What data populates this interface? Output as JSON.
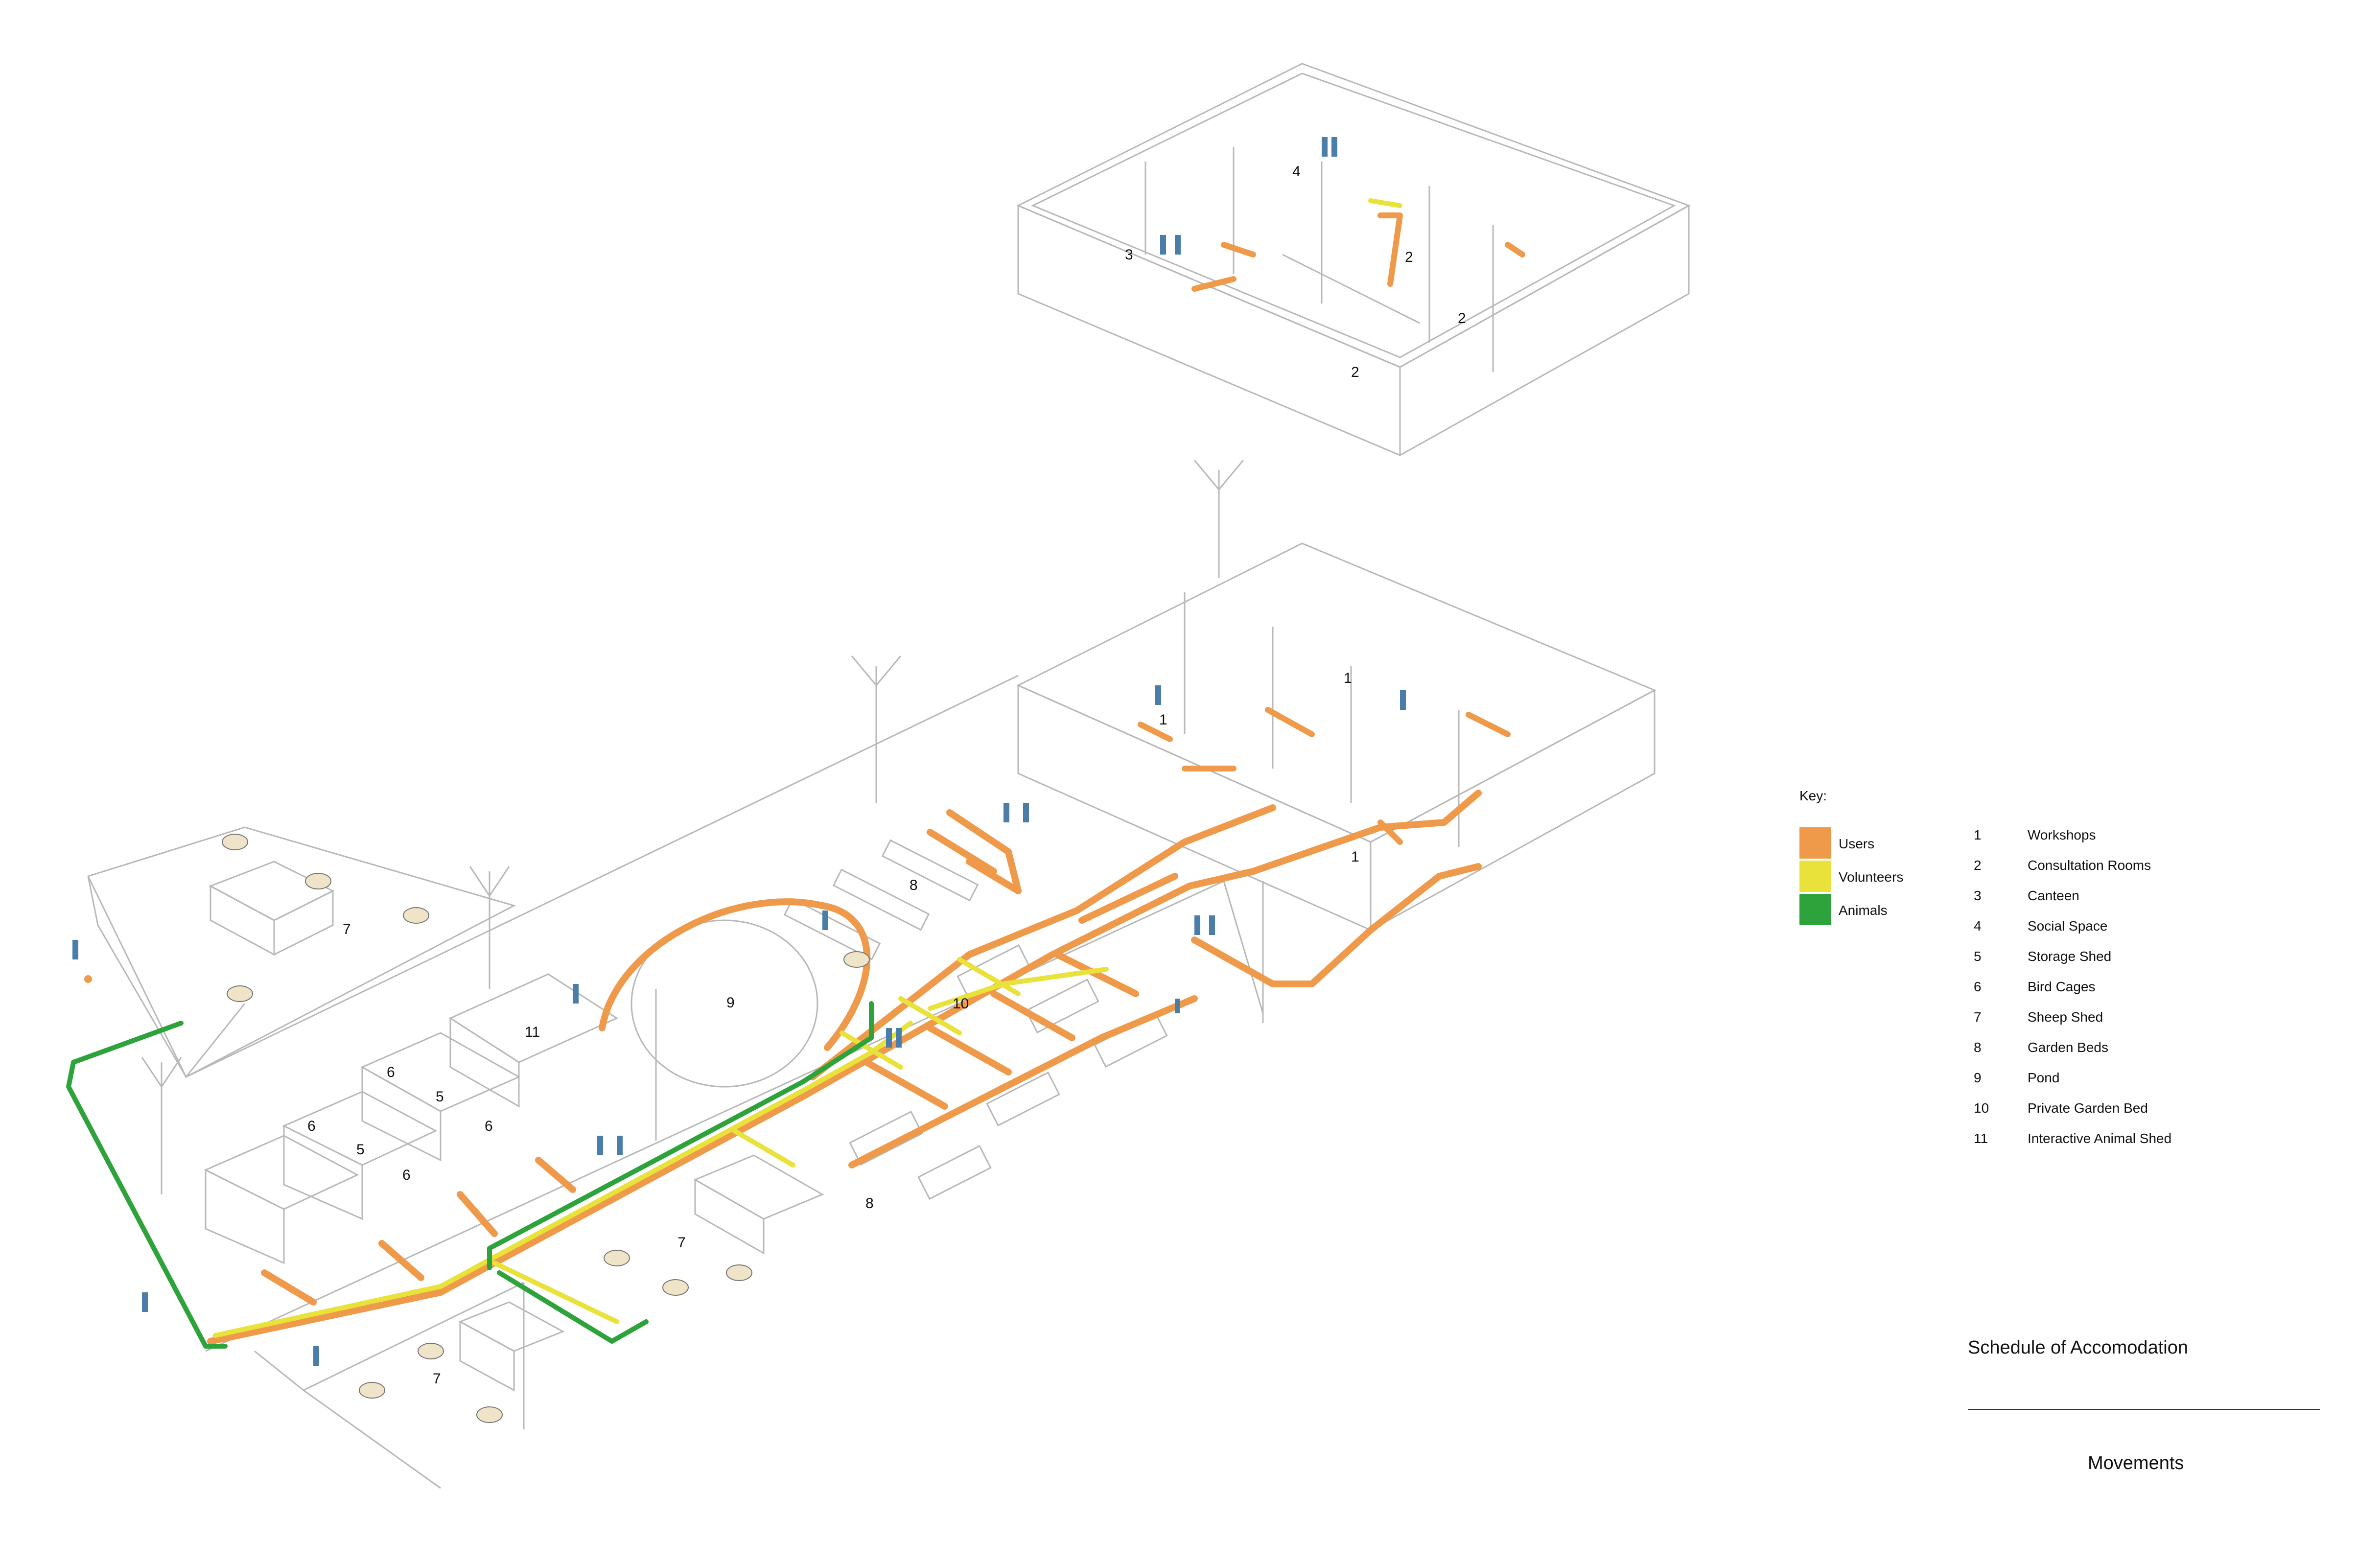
{
  "colors": {
    "users": "#ef9a4a",
    "volunteers": "#e8e23a",
    "animals": "#2fa33b",
    "outline": "#b0b0b0"
  },
  "legend": {
    "title": "Key:",
    "items": [
      {
        "label": "Users",
        "color": "#ef9a4a"
      },
      {
        "label": "Volunteers",
        "color": "#e8e23a"
      },
      {
        "label": "Animals",
        "color": "#2fa33b"
      }
    ]
  },
  "schedule": [
    {
      "num": "1",
      "name": "Workshops"
    },
    {
      "num": "2",
      "name": "Consultation Rooms"
    },
    {
      "num": "3",
      "name": "Canteen"
    },
    {
      "num": "4",
      "name": "Social Space"
    },
    {
      "num": "5",
      "name": "Storage Shed"
    },
    {
      "num": "6",
      "name": "Bird Cages"
    },
    {
      "num": "7",
      "name": "Sheep Shed"
    },
    {
      "num": "8",
      "name": "Garden Beds"
    },
    {
      "num": "9",
      "name": "Pond"
    },
    {
      "num": "10",
      "name": "Private Garden Bed"
    },
    {
      "num": "11",
      "name": "Interactive Animal Shed"
    }
  ],
  "footer": {
    "title": "Schedule of Accomodation",
    "subtitle": "Movements"
  },
  "plan_labels": {
    "upper_floor": [
      "4",
      "3",
      "2",
      "2",
      "2"
    ],
    "ground_floor": [
      "1",
      "1",
      "1"
    ],
    "site": [
      "7",
      "8",
      "9",
      "10",
      "11",
      "6",
      "5",
      "6",
      "6",
      "5",
      "6",
      "8",
      "7",
      "7"
    ]
  }
}
